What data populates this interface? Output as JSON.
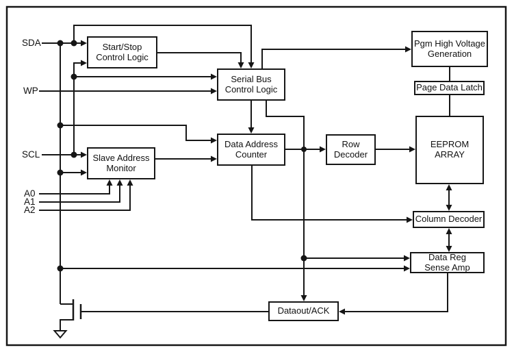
{
  "diagram": {
    "kind": "eeprom-i2c-functional-block-diagram",
    "colors": {
      "line": "#161616",
      "background": "#ffffff",
      "box_fill": "#ffffff",
      "text": "#111111"
    },
    "icons": {
      "transistor": "mosfet-icon",
      "ground": "ground-icon",
      "junction": "junction-dot",
      "arrow": "arrowhead"
    }
  },
  "blocks": {
    "start_stop": {
      "label": "Start/Stop\nControl Logic"
    },
    "serial_bus": {
      "label": "Serial Bus\nControl Logic"
    },
    "pgm_hv": {
      "label": "Pgm High Voltage\nGeneration"
    },
    "page_latch": {
      "label": "Page Data Latch"
    },
    "eeprom": {
      "label": "EEPROM\nARRAY"
    },
    "row_dec": {
      "label": "Row\nDecoder"
    },
    "dac": {
      "label": "Data Address\nCounter"
    },
    "sam": {
      "label": "Slave Address\nMonitor"
    },
    "col_dec": {
      "label": "Column Decoder"
    },
    "drsa": {
      "label": "Data Reg\nSense Amp"
    },
    "dataout": {
      "label": "Dataout/ACK"
    }
  },
  "pins": [
    {
      "label": "SDA"
    },
    {
      "label": "WP"
    },
    {
      "label": "SCL"
    },
    {
      "label": "A0"
    },
    {
      "label": "A1"
    },
    {
      "label": "A2"
    }
  ]
}
